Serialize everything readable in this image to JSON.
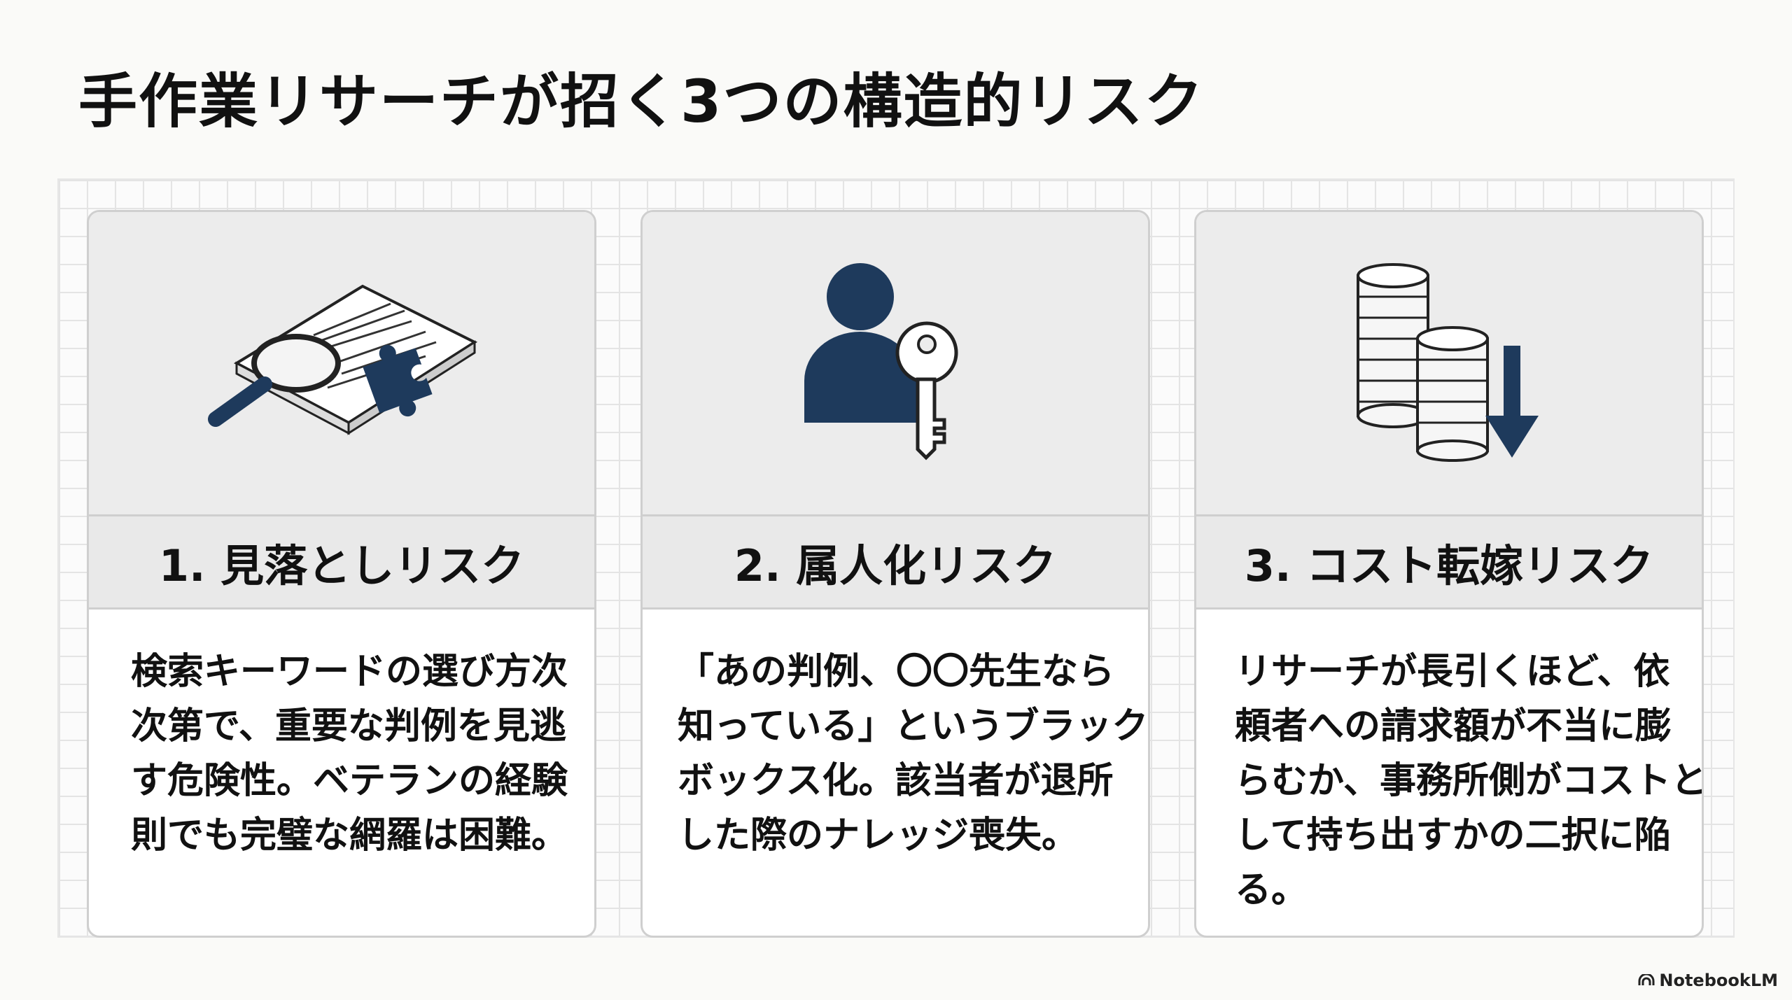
{
  "title": "手作業リサーチが招く3つの構造的リスク",
  "colors": {
    "accent": "#1e3a5c",
    "background": "#fafaf8"
  },
  "cards": [
    {
      "icon": "document-magnifier-puzzle-icon",
      "heading": "1. 見落としリスク",
      "lines": [
        "検索キーワードの選び方次",
        "次第で、重要な判例を見逃",
        "す危険性。ベテランの経験",
        "則でも完璧な網羅は困難。"
      ]
    },
    {
      "icon": "person-key-icon",
      "heading": "2. 属人化リスク",
      "lines": [
        "「あの判例、〇〇先生なら",
        "知っている」というブラック",
        "ボックス化。該当者が退所",
        "した際のナレッジ喪失。"
      ]
    },
    {
      "icon": "coins-down-arrow-icon",
      "heading": "3. コスト転嫁リスク",
      "lines": [
        "リサーチが長引くほど、依",
        "頼者への請求額が不当に膨",
        "らむか、事務所側がコストと",
        "して持ち出すかの二択に陥",
        "る。"
      ]
    }
  ],
  "footer": {
    "brand": "NotebookLM"
  }
}
